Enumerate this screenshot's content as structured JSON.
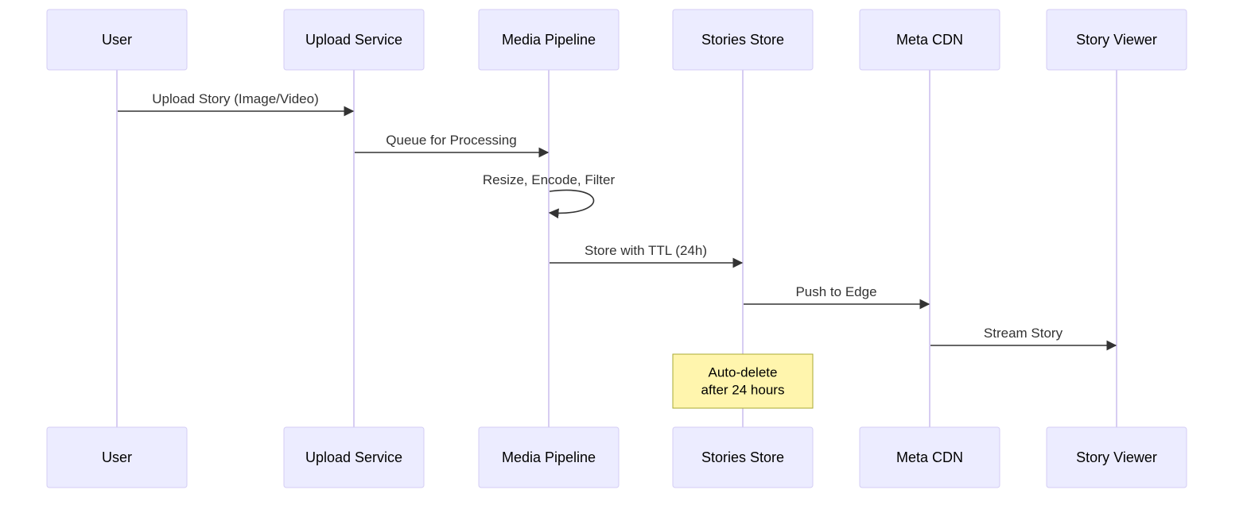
{
  "participants": [
    {
      "label": "User"
    },
    {
      "label": "Upload Service"
    },
    {
      "label": "Media Pipeline"
    },
    {
      "label": "Stories Store"
    },
    {
      "label": "Meta CDN"
    },
    {
      "label": "Story Viewer"
    }
  ],
  "messages": [
    {
      "from": 0,
      "to": 1,
      "label": "Upload Story (Image/Video)"
    },
    {
      "from": 1,
      "to": 2,
      "label": "Queue for Processing"
    },
    {
      "from": 2,
      "to": 2,
      "label": "Resize, Encode, Filter"
    },
    {
      "from": 2,
      "to": 3,
      "label": "Store with TTL (24h)"
    },
    {
      "from": 3,
      "to": 4,
      "label": "Push to Edge"
    },
    {
      "from": 4,
      "to": 5,
      "label": "Stream Story"
    }
  ],
  "note": {
    "over": 3,
    "lines": [
      "Auto-delete",
      "after 24 hours"
    ]
  },
  "colors": {
    "actor_fill": "#ececff",
    "actor_border": "#d4cdf4",
    "lifeline": "#d7cdf2",
    "arrow": "#333333",
    "note_fill": "#fff5ad",
    "note_border": "#aaaa33"
  }
}
